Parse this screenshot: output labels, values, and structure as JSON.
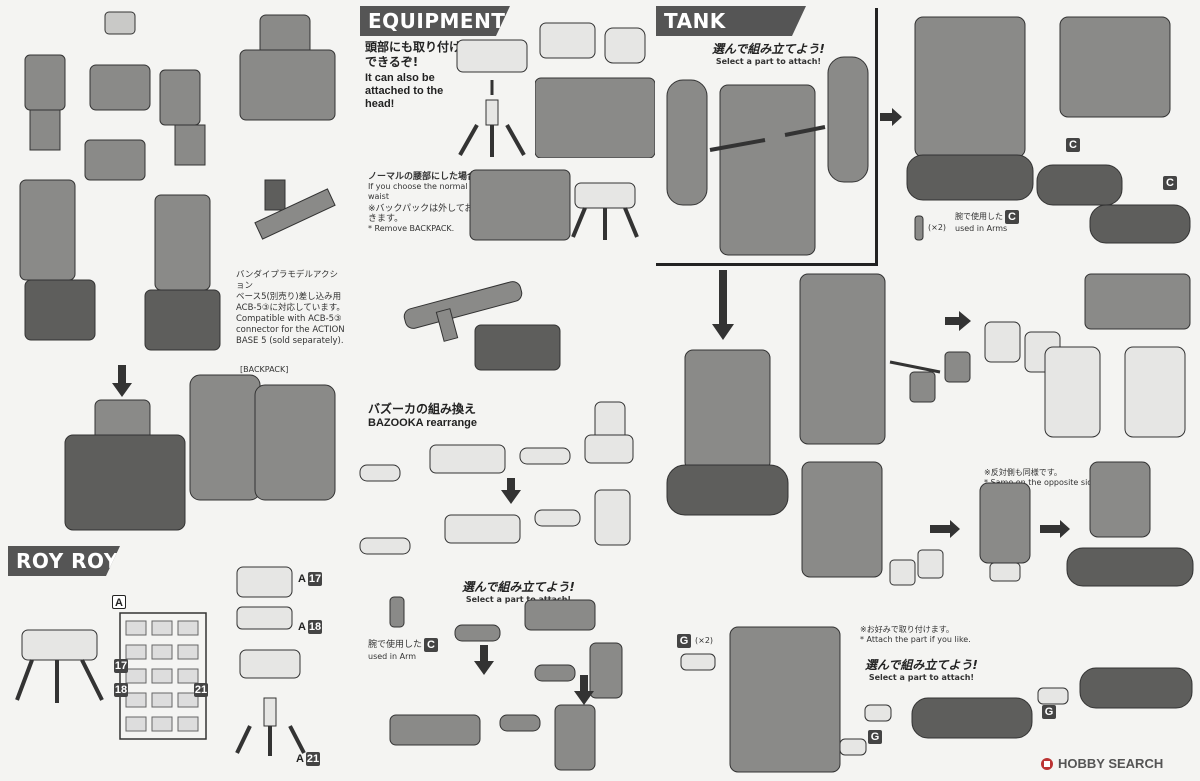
{
  "sections": {
    "roy_roy": "ROY ROY",
    "equipments": "EQUIPMENTS",
    "tank_forms": "TANK FORMS"
  },
  "left": {
    "action_base_jp_1": "バンダイプラモデルアクション",
    "action_base_jp_2": "ベース5(別売り)差し込み用",
    "action_base_jp_3": "ACB-5③に対応しています。",
    "action_base_en": "Compatible with ACB-5③ connector for the ACTION BASE 5 (sold separately).",
    "backpack_label": "[BACKPACK]",
    "runner_label": "A",
    "runner_parts": [
      "17",
      "18",
      "21"
    ],
    "part_a17": "A",
    "part_a17_num": "17",
    "part_a18": "A",
    "part_a18_num": "18",
    "part_a21": "A",
    "part_a21_num": "21"
  },
  "equip": {
    "head_jp": "頭部にも取り付けできるぞ!",
    "head_en": "It can also be attached to the head!",
    "normal_waist_jp": "ノーマルの腰部にした場合",
    "normal_waist_en": "If you choose the normal waist",
    "backpack_note_jp": "※バックパックは外しておきます。",
    "backpack_note_en": "* Remove BACKPACK.",
    "bazooka_jp": "バズーカの組み換え",
    "bazooka_en": "BAZOOKA rearrange",
    "select_jp": "選んで組み立てよう!",
    "select_en": "Select a part to attach!",
    "used_in_arm_jp": "腕で使用した",
    "used_in_arm_tag": "C",
    "used_in_arm_en": "used in Arm"
  },
  "tank": {
    "select_jp": "選んで組み立てよう!",
    "select_en": "Select a part to attach!",
    "x2": "(×2)",
    "used_in_arms_jp": "腕で使用した",
    "used_in_arms_tag": "C",
    "used_in_arms_en": "used in Arms",
    "tag_c": "C",
    "opposite_jp": "※反対側も同様です。",
    "opposite_en": "* Same on the opposite side.",
    "g_tag": "G",
    "g_x2": "(×2)",
    "like_jp": "※お好みで取り付けます。",
    "like_en": "* Attach the part if you like.",
    "select2_jp": "選んで組み立てよう!",
    "select2_en": "Select a part to attach!"
  },
  "watermark": "HOBBY SEARCH",
  "colors": {
    "art": "#8a8a88",
    "art_dark": "#5e5e5c",
    "art_light": "#c9c9c7",
    "banner": "#555555"
  }
}
